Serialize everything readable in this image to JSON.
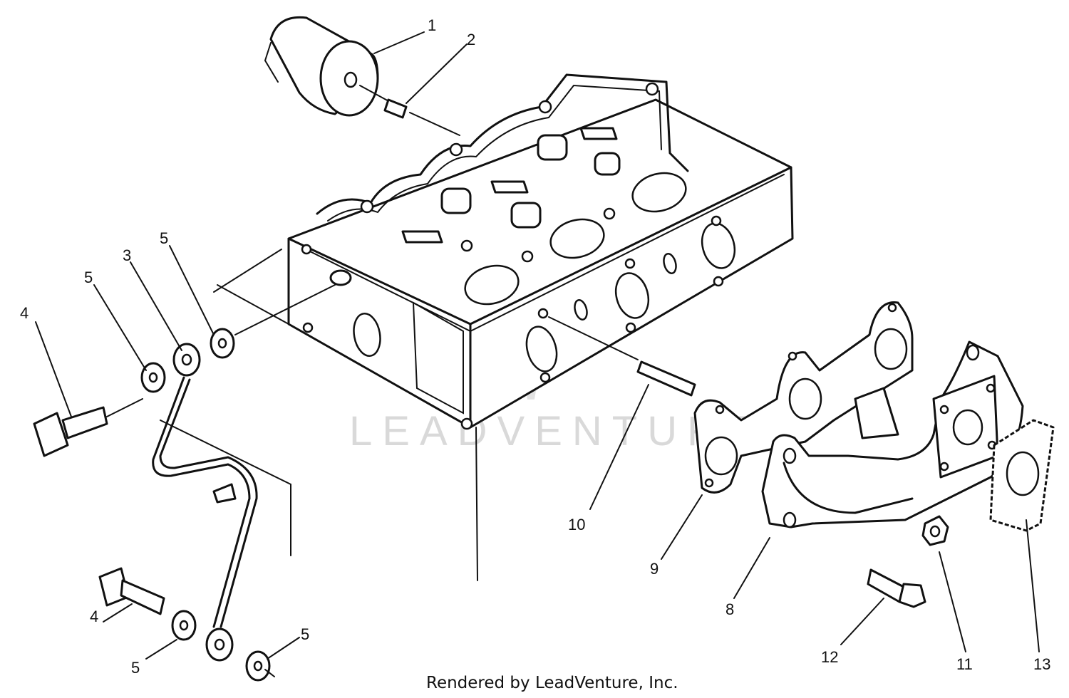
{
  "watermark": "LEADVENTURE",
  "footer": "Rendered by LeadVenture, Inc.",
  "callouts": [
    {
      "id": "1",
      "label": "1"
    },
    {
      "id": "2",
      "label": "2"
    },
    {
      "id": "3",
      "label": "3"
    },
    {
      "id": "4a",
      "label": "4"
    },
    {
      "id": "4b",
      "label": "4"
    },
    {
      "id": "5a",
      "label": "5"
    },
    {
      "id": "5b",
      "label": "5"
    },
    {
      "id": "5c",
      "label": "5"
    },
    {
      "id": "5d",
      "label": "5"
    },
    {
      "id": "8",
      "label": "8"
    },
    {
      "id": "9",
      "label": "9"
    },
    {
      "id": "10",
      "label": "10"
    },
    {
      "id": "11",
      "label": "11"
    },
    {
      "id": "12",
      "label": "12"
    },
    {
      "id": "13",
      "label": "13"
    }
  ]
}
